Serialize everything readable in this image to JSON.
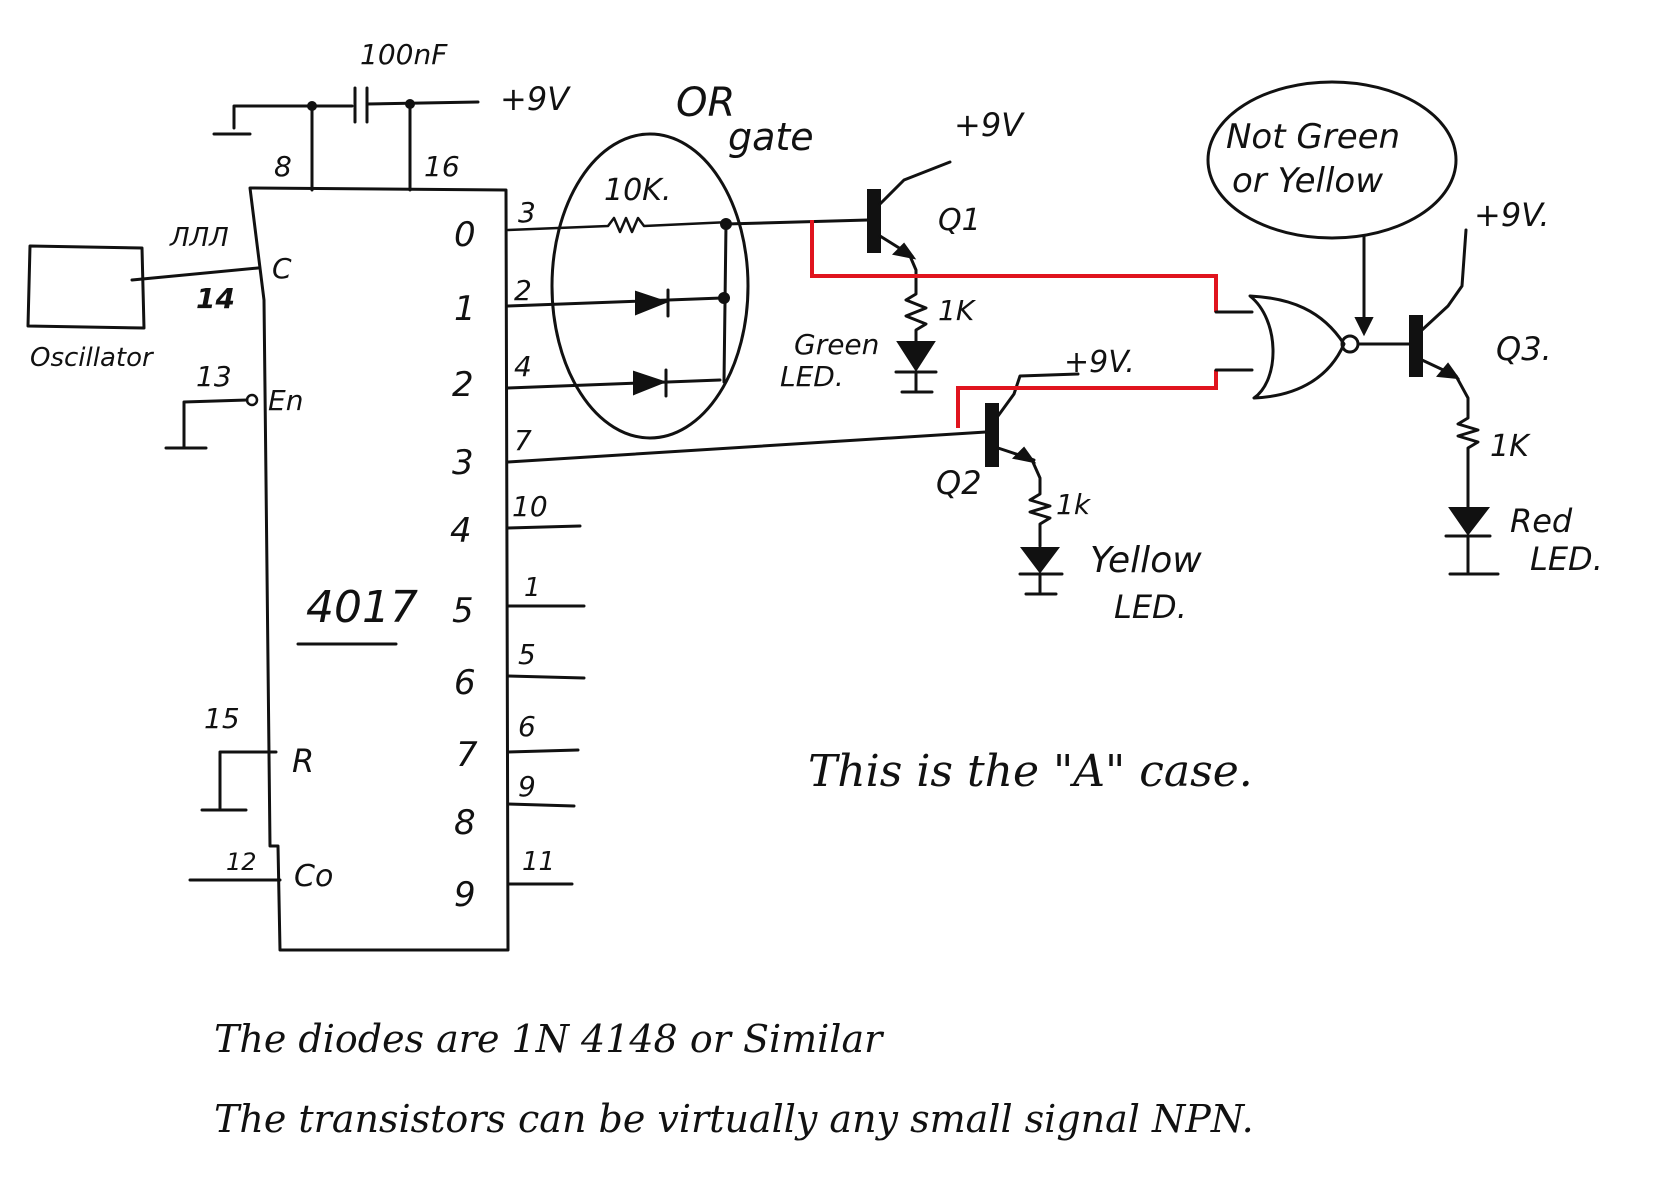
{
  "ic": {
    "part": "4017",
    "pins_left": {
      "clock_label": "C",
      "clock_pin": "14",
      "enable_label": "En",
      "enable_pin": "13",
      "reset_label": "R",
      "reset_pin": "15",
      "carry_label": "Co",
      "carry_pin": "12"
    },
    "pins_top": {
      "gnd_pin": "8",
      "vcc_pin": "16"
    },
    "outputs": [
      {
        "label": "0",
        "pin": "3"
      },
      {
        "label": "1",
        "pin": "2"
      },
      {
        "label": "2",
        "pin": "4"
      },
      {
        "label": "3",
        "pin": "7"
      },
      {
        "label": "4",
        "pin": "10"
      },
      {
        "label": "5",
        "pin": "1"
      },
      {
        "label": "6",
        "pin": "5"
      },
      {
        "label": "7",
        "pin": "6"
      },
      {
        "label": "8",
        "pin": "9"
      },
      {
        "label": "9",
        "pin": "11"
      }
    ]
  },
  "capacitor": {
    "value": "100nF"
  },
  "supply": {
    "vcc_top": "+9V",
    "vcc_q1": "+9V",
    "vcc_q2": "+9V.",
    "vcc_q3": "+9V."
  },
  "oscillator": {
    "label": "Oscillator",
    "clock_symbol": "ЛЛЛ"
  },
  "or_gate": {
    "title_line1": "OR",
    "title_line2": "gate",
    "resistor": "10K."
  },
  "transistors": {
    "q1": "Q1",
    "q2": "Q2",
    "q3": "Q3."
  },
  "resistors": {
    "r_q1": "1K",
    "r_q2": "1k",
    "r_q3": "1K"
  },
  "leds": {
    "green_line1": "Green",
    "green_line2": "LED.",
    "yellow_line1": "Yellow",
    "yellow_line2": "LED.",
    "red_line1": "Red",
    "red_line2": "LED."
  },
  "nor_note": {
    "line1": "Not Green",
    "line2": "or Yellow"
  },
  "case_note": "This is the \"A\" case.",
  "notes": {
    "diodes": "The diodes are 1N 4148 or Similar",
    "transistors": "The transistors can be virtually any small signal NPN."
  },
  "colors": {
    "ink": "#111111",
    "highlight_wire": "#e0141e",
    "paper": "#ffffff"
  }
}
